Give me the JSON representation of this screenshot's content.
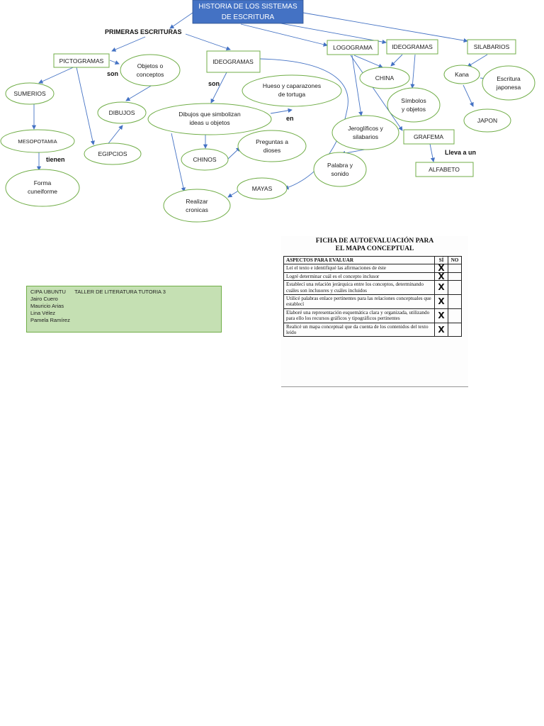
{
  "title_lines": [
    "HISTORIA DE LOS SISTEMAS",
    "DE ESCRITURA"
  ],
  "nodes": {
    "primeras": "PRIMERAS ESCRITURAS",
    "pictogramas": "PICTOGRAMAS",
    "objetos": [
      "Objetos o",
      "conceptos"
    ],
    "ideogramas_left": "IDEOGRAMAS",
    "logograma": "LOGOGRAMA",
    "ideogramas_right": "IDEOGRAMAS",
    "silabarios": "SILABARIOS",
    "sumerios": "SUMERIOS",
    "dibujos": "DIBUJOS",
    "hueso": [
      "Hueso y caparazones",
      "de tortuga"
    ],
    "china": "CHINA",
    "kana": "Kana",
    "escritura_japonesa": [
      "Escritura",
      "japonesa"
    ],
    "mesopotamia": "MESOPOTAMIA",
    "egipcios": "EGIPCIOS",
    "dibujos_simbolizan": [
      "Dibujos que simbolizan",
      "ideas u objetos"
    ],
    "simbolos": [
      "Símbolos",
      "y objetos"
    ],
    "japon": "JAPON",
    "jeroglificos": [
      "Jeroglíficos y",
      "silabarios"
    ],
    "grafema": "GRAFEMA",
    "chinos": "CHINOS",
    "preguntas": [
      "Preguntas a",
      "dioses"
    ],
    "palabra": [
      "Palabra y",
      "sonido"
    ],
    "alfabeto": "ALFABETO",
    "forma": [
      "Forma",
      "cuneiforme"
    ],
    "mayas": "MAYAS",
    "realizar": [
      "Realizar",
      "cronicas"
    ]
  },
  "link_words": {
    "son1": "son",
    "son2": "son",
    "tienen": "tienen",
    "en": "en",
    "lleva": "Lleva a un"
  },
  "credits": {
    "line1": "CIPA UBUNTU      TALLER DE LITERATURA TUTORIA 3",
    "names": [
      "Jairo Cuero",
      "Mauricio Arias",
      "Lina Vélez",
      "Pamela Ramírez"
    ]
  },
  "ficha": {
    "title_lines": [
      "FICHA DE  AUTOEVALUACIÓN PARA",
      "EL MAPA CONCEPTUAL"
    ],
    "headers": [
      "ASPECTOS PARA EVALUAR",
      "SÍ",
      "NO"
    ],
    "rows": [
      {
        "text": "Leí el texto e identifiqué las afirmaciones de éste",
        "si": "X"
      },
      {
        "text": "Logré determinar cuál es el concepto inclusor",
        "si": "X"
      },
      {
        "text": "Establecí una relación jerárquica entre los conceptos, determinando cuáles son inclusores y cuáles incluidos",
        "si": "X"
      },
      {
        "text": "Utilicé palabras enlace pertinentes para las relaciones conceptuales que establecí",
        "si": "X"
      },
      {
        "text": "Elaboré una representación esquemática clara y organizada, utilizando para ello los recursos gráficos y tipográficos pertinentes",
        "si": "X"
      },
      {
        "text": "Realicé un mapa conceptual que da cuenta de los contenidos del texto leído",
        "si": "X"
      }
    ]
  },
  "colors": {
    "title_fill": "#4472c4",
    "node_border": "#70ad47",
    "arrow": "#4472c4",
    "credits_fill": "#c5e0b3"
  }
}
